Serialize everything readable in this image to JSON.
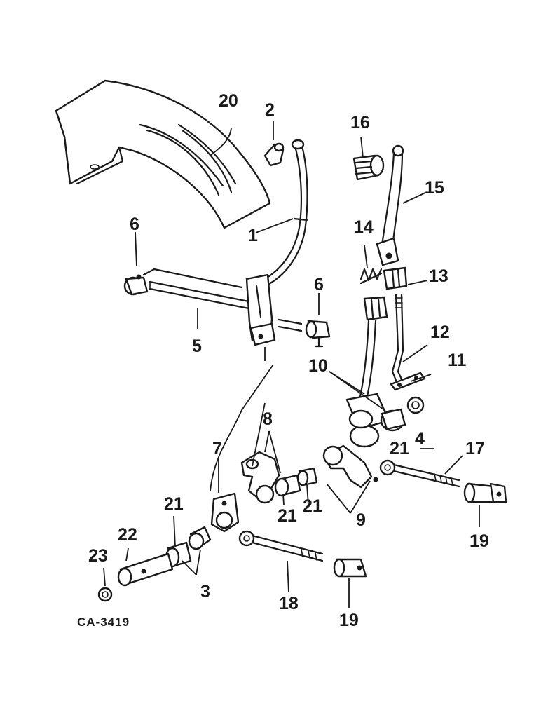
{
  "figure_code": "CA-3419",
  "callouts": {
    "c1": "1",
    "c2": "2",
    "c3": "3",
    "c4": "4",
    "c5": "5",
    "c6a": "6",
    "c6b": "6",
    "c7": "7",
    "c8": "8",
    "c9": "9",
    "c10": "10",
    "c11": "11",
    "c12": "12",
    "c13": "13",
    "c14": "14",
    "c15": "15",
    "c16": "16",
    "c17": "17",
    "c18": "18",
    "c19a": "19",
    "c19b": "19",
    "c20": "20",
    "c21a": "21",
    "c21b": "21",
    "c21c": "21",
    "c21d": "21",
    "c22": "22",
    "c23": "23"
  }
}
